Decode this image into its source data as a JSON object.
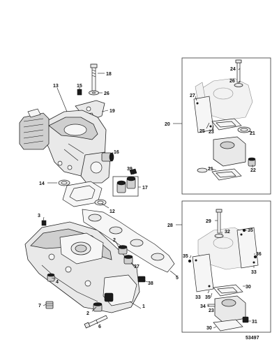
{
  "diagram_id": "53497",
  "callouts": {
    "c1": "1",
    "c2a": "2",
    "c2b": "2",
    "c3": "3",
    "c4": "4",
    "c5": "5",
    "c6": "6",
    "c7": "7",
    "c12": "12",
    "c13": "13",
    "c14": "14",
    "c15": "15",
    "c16": "16",
    "c17": "17",
    "c18": "18",
    "c19": "19",
    "c20": "20",
    "c21a": "21",
    "c21b": "21",
    "c22": "22",
    "c23a": "23",
    "c23b": "23",
    "c24": "24",
    "c25": "25",
    "c26a": "26",
    "c26b": "26",
    "c27": "27",
    "c28": "28",
    "c29": "29",
    "c30a": "30",
    "c30b": "30",
    "c31": "31",
    "c32": "32",
    "c33a": "33",
    "c33b": "33",
    "c34": "34",
    "c35a": "35",
    "c35b": "35",
    "c35c": "35",
    "c36": "36",
    "c37": "37",
    "c38": "38",
    "c39": "39"
  }
}
